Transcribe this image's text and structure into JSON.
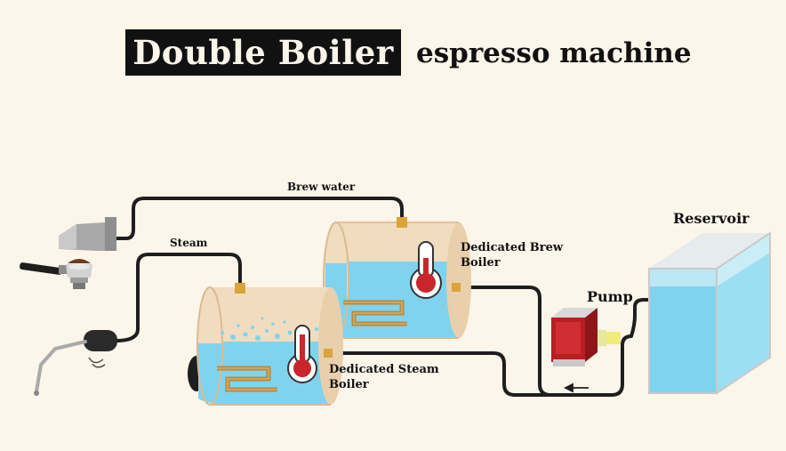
{
  "title": "Double Boiler",
  "subtitle": "espresso machine",
  "labels": {
    "brew_water": "Brew water",
    "steam": "Steam",
    "reservoir": "Reservoir",
    "pump": "Pump",
    "brew_boiler_line1": "Dedicated Brew",
    "brew_boiler_line2": "Boiler",
    "steam_boiler_line1": "Dedicated Steam",
    "steam_boiler_line2": "Boiler"
  },
  "colors": {
    "background": "#fbf5ea",
    "water": "#7fd3ee",
    "boiler_shell": "#f1dcc0",
    "pipe": "#1e1e1e",
    "thermometer": "#c8262b",
    "pump_body": "#b81f24",
    "heating_coil": "#b8893f"
  }
}
